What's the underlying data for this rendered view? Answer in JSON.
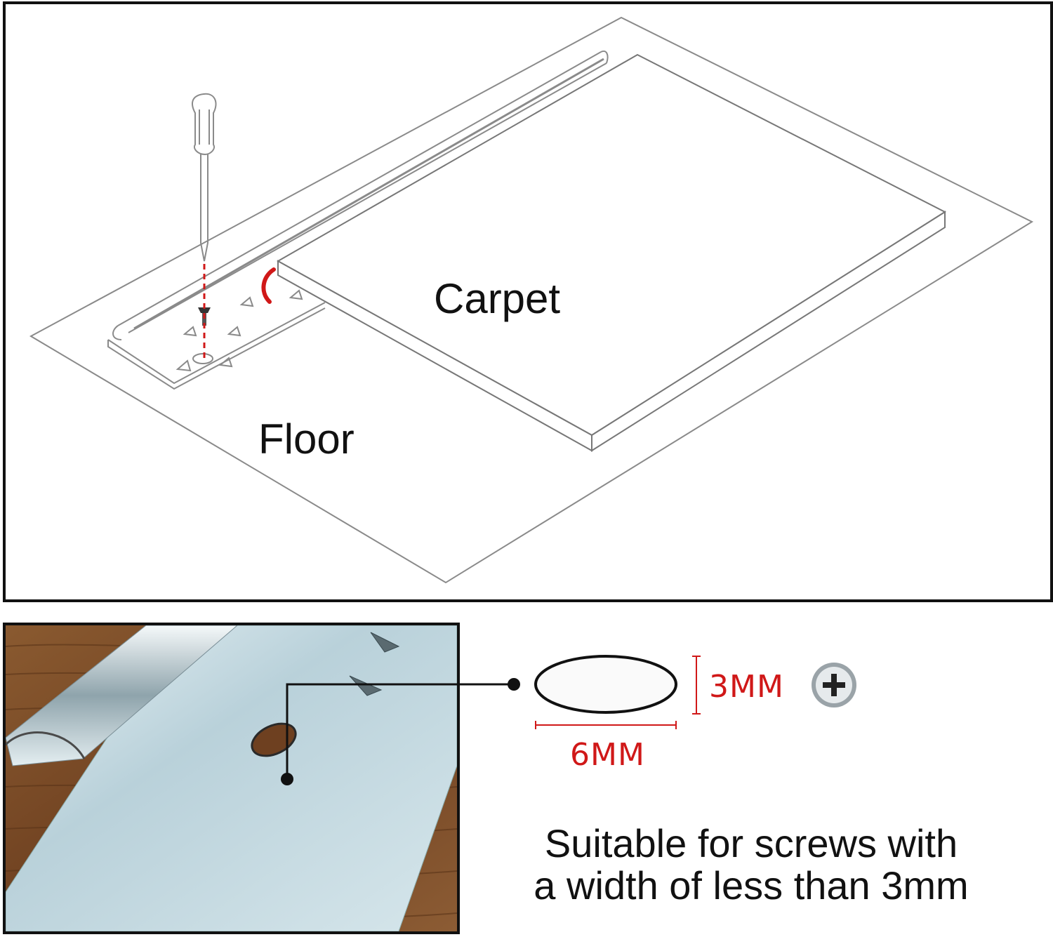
{
  "labels": {
    "carpet": "Carpet",
    "floor": "Floor"
  },
  "dimensions": {
    "height": "3MM",
    "width": "6MM"
  },
  "caption": {
    "line1": "Suitable for screws with",
    "line2": "a width of less than 3mm"
  },
  "colors": {
    "accent": "#d01818",
    "line": "#8a8a8a",
    "wood": "#7a4a24",
    "metal": "#c9dde4"
  }
}
